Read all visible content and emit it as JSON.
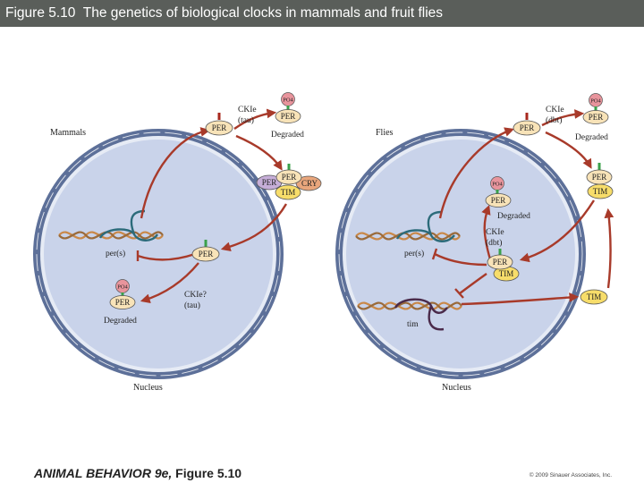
{
  "title": "Figure 5.10  The genetics of biological clocks in mammals and fruit flies",
  "footer": {
    "book": "ANIMAL BEHAVIOR 9e,",
    "figure": "Figure 5.10",
    "copyright": "© 2009 Sinauer Associates, Inc."
  },
  "mammals": {
    "panel_label": "Mammals",
    "nucleus_label": "Nucleus",
    "gene_label": "per(s)",
    "enzyme_top": [
      "CKIe",
      "(tau)"
    ],
    "enzyme_bottom": [
      "CKIe?",
      "(tau)"
    ],
    "degraded_top": "Degraded",
    "degraded_bottom": "Degraded",
    "proteins": {
      "per": "PER",
      "tim": "TIM",
      "cry": "CRY",
      "po": "PO4"
    }
  },
  "flies": {
    "panel_label": "Flies",
    "nucleus_label": "Nucleus",
    "gene_per_label": "per(s)",
    "gene_tim_label": "tim",
    "enzyme_top": [
      "CKIe",
      "(dbt)"
    ],
    "enzyme_inner": [
      "CKIe",
      "(dbt)"
    ],
    "degraded_top": "Degraded",
    "degraded_inner": "Degraded",
    "proteins": {
      "per": "PER",
      "tim": "TIM",
      "po": "PO4"
    }
  },
  "colors": {
    "title_bar": "#5a5e5a",
    "nucleus_fill": "#c9d3ea",
    "membrane": "#5d7099",
    "arrow": "#a83a2a",
    "per_fill": "#f8e3b8",
    "tim_fill": "#f7dd6a",
    "po_fill": "#e8949c",
    "marker": "#3aa04a"
  }
}
